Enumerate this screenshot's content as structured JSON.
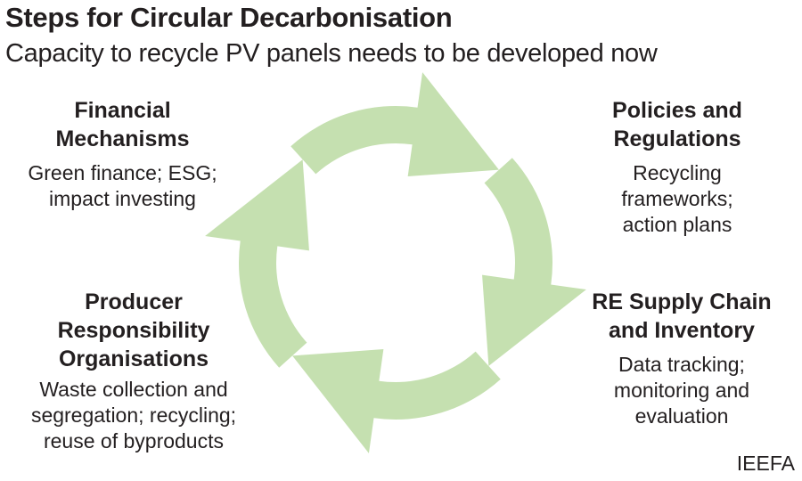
{
  "header": {
    "title": "Steps for Circular Decarbonisation",
    "subtitle": "Capacity to recycle PV panels needs to be developed now"
  },
  "steps": [
    {
      "heading_1": "Financial",
      "heading_2": "Mechanisms",
      "desc_1": "Green finance; ESG;",
      "desc_2": "impact investing"
    },
    {
      "heading_1": "Policies and",
      "heading_2": "Regulations",
      "desc_1": "Recycling",
      "desc_2": "frameworks;",
      "desc_3": "action plans"
    },
    {
      "heading_1": "RE Supply Chain",
      "heading_2": "and Inventory",
      "desc_1": "Data tracking;",
      "desc_2": "monitoring and",
      "desc_3": "evaluation"
    },
    {
      "heading_1": "Producer",
      "heading_2": "Responsibility",
      "heading_3": "Organisations",
      "desc_1": "Waste collection and",
      "desc_2": "segregation; recycling;",
      "desc_3": "reuse of byproducts"
    }
  ],
  "credit": "IEEFA",
  "colors": {
    "arrow": "#c5e0b0",
    "text": "#231f20"
  }
}
